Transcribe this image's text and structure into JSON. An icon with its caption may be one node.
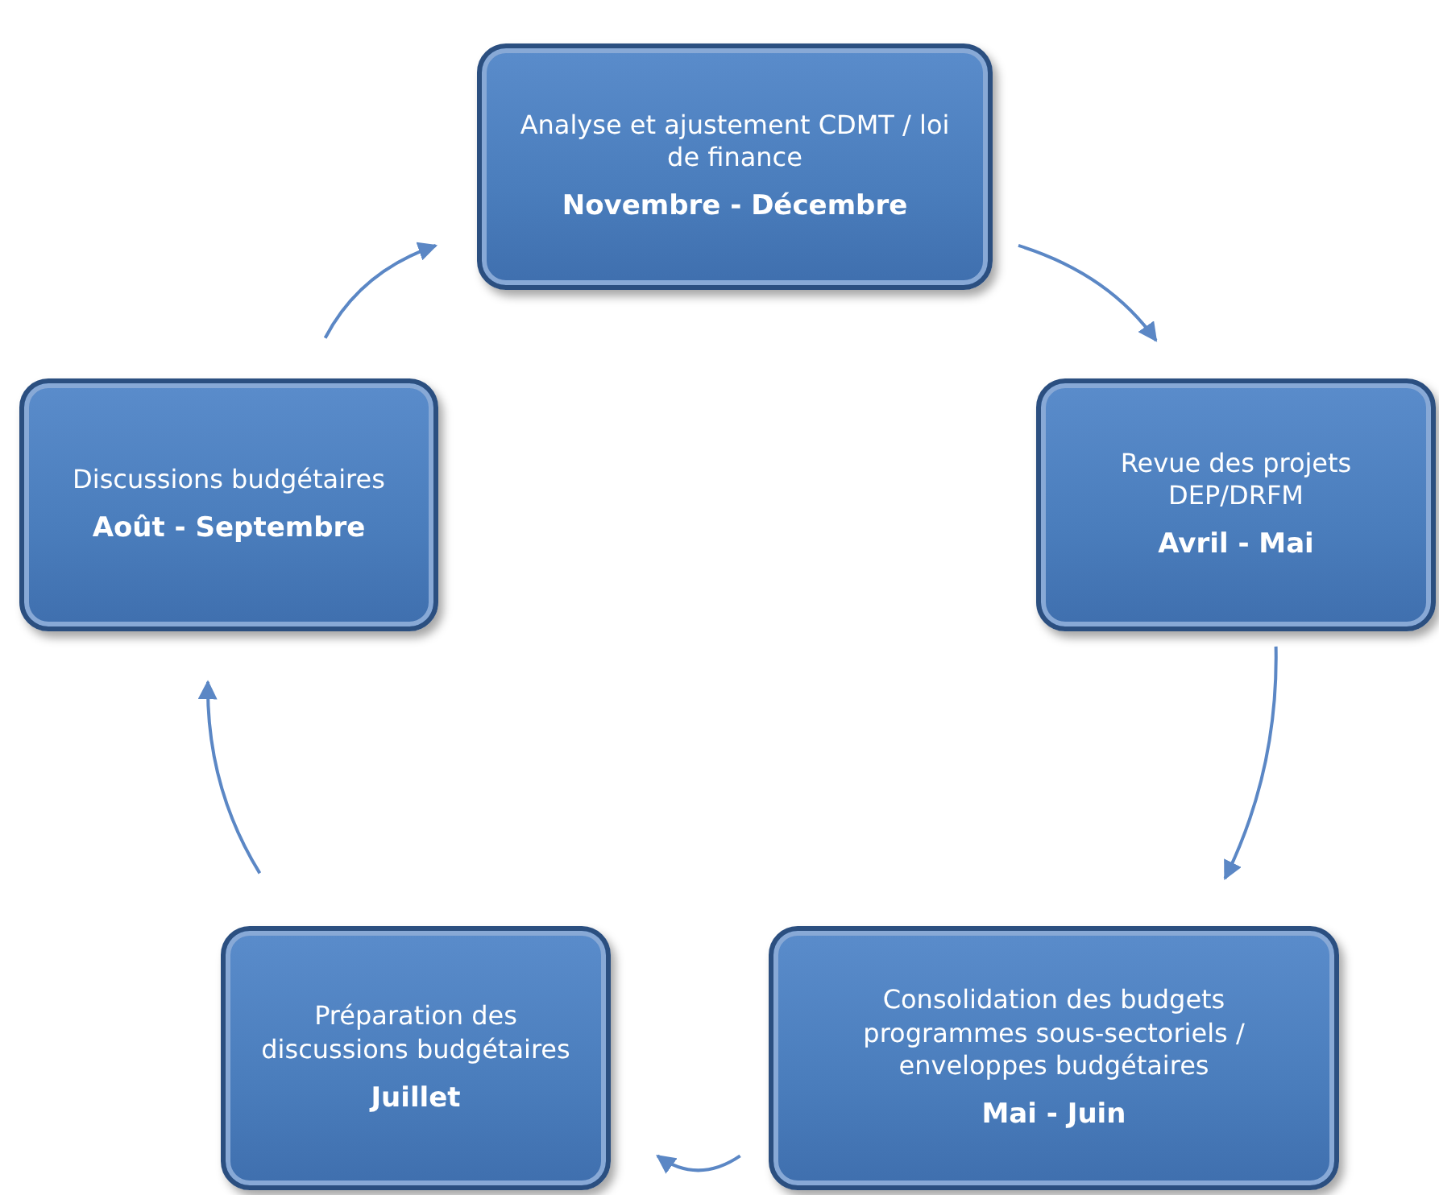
{
  "diagram": {
    "nodes": [
      {
        "text": [
          "Analyse et ajustement CDMT / loi de finance",
          "Novembre - Décembre"
        ]
      },
      {
        "text": [
          "Revue des projets DEP/DRFM",
          "Avril - Mai"
        ]
      },
      {
        "text": [
          "Consolidation des budgets programmes sous-sectoriels / enveloppes budgétaires",
          "Mai - Juin"
        ]
      },
      {
        "text": [
          "Préparation des discussions budgétaires",
          "Juillet"
        ]
      },
      {
        "text": [
          "Discussions budgétaires",
          "Août - Septembre"
        ]
      }
    ],
    "edges": [
      {
        "from": 0,
        "to": 1,
        "arrow": "to"
      },
      {
        "from": 1,
        "to": 2,
        "arrow": "to"
      },
      {
        "from": 2,
        "to": 3,
        "arrow": "to"
      },
      {
        "from": 3,
        "to": 4,
        "arrow": "to"
      },
      {
        "from": 4,
        "to": 0,
        "arrow": "to"
      }
    ]
  }
}
